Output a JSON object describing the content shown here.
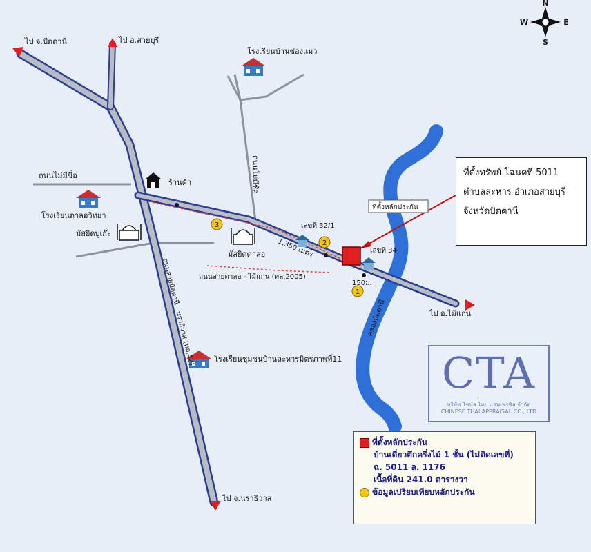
{
  "labels": {
    "to_pattani": "ไป จ.ปัตตานี",
    "to_saiburi": "ไป อ.สายบุรี",
    "school_chong_maeo": "โรงเรียนบ้านช่องแมว",
    "road_mai_mi_chue": "ถนนไม่มีชื่อ",
    "shop": "ร้านค้า",
    "school_talo_withaya": "โรงเรียนตาลอวิทยา",
    "mosque_bukeh": "มัสยิดบูเก๊ะ",
    "road_mai_mi_chue_vertical": "ถนนไม่มีชื่อ",
    "mosque_dalo": "มัสยิดดาลอ",
    "house_32_1": "เลขที่ 32/1",
    "house_34": "เลขที่ 34",
    "distance_1350": "1,350 เมตร",
    "distance_150": "150ม.",
    "road_saidalo": "ถนนสายดาลอ - ไม้แก่น (ทล.2005)",
    "road_42": "ถนนสายปัตตานี - นราธิวาส (ทล.42)",
    "to_mai_kaen": "ไป อ.ไม้แก่น",
    "school_community": "โรงเรียนชุมชนบ้านละหารมิตรภาพที่11",
    "to_narathiwat": "ไป จ.นราธิวาส",
    "canal": "คลองบัดดานี",
    "collateral_tag": "ที่ตั้งหลักประกัน"
  },
  "compass": {
    "n": "N",
    "s": "S",
    "e": "E",
    "w": "W"
  },
  "markers": {
    "m1": "1",
    "m2": "2",
    "m3": "3"
  },
  "callout": {
    "line1": "ที่ตั้งทรัพย์ โฉนดที่ 5011",
    "line2": "ตำบลละหาร อำเภอสายบุรี",
    "line3": "จังหวัดปัตตานี"
  },
  "legend": {
    "collateral": "ที่ตั้งหลักประกัน",
    "desc1": "บ้านเดี่ยวตึกครึ่งไม้ 1 ชั้น (ไม่ติดเลขที่)",
    "desc2": "ฉ. 5011  ล. 1176",
    "desc3": "เนื้อที่ดิน 241.0 ตารางวา",
    "comparables": "ข้อมูลเปรียบเทียบหลักประกัน"
  },
  "logo": {
    "text": "CTA",
    "sub1": "บริษัท ไชน่ส ไทย แอพเพรซัล จำกัด",
    "sub2": "CHINESE THAI APPRAISAL CO., LTD"
  },
  "colors": {
    "background": "#e7eef8",
    "road": "#9fa4ae",
    "road_edge": "#2a3d8f",
    "river": "#2e6fd8",
    "collateral": "#e02020",
    "comparable": "#f3c51a"
  }
}
